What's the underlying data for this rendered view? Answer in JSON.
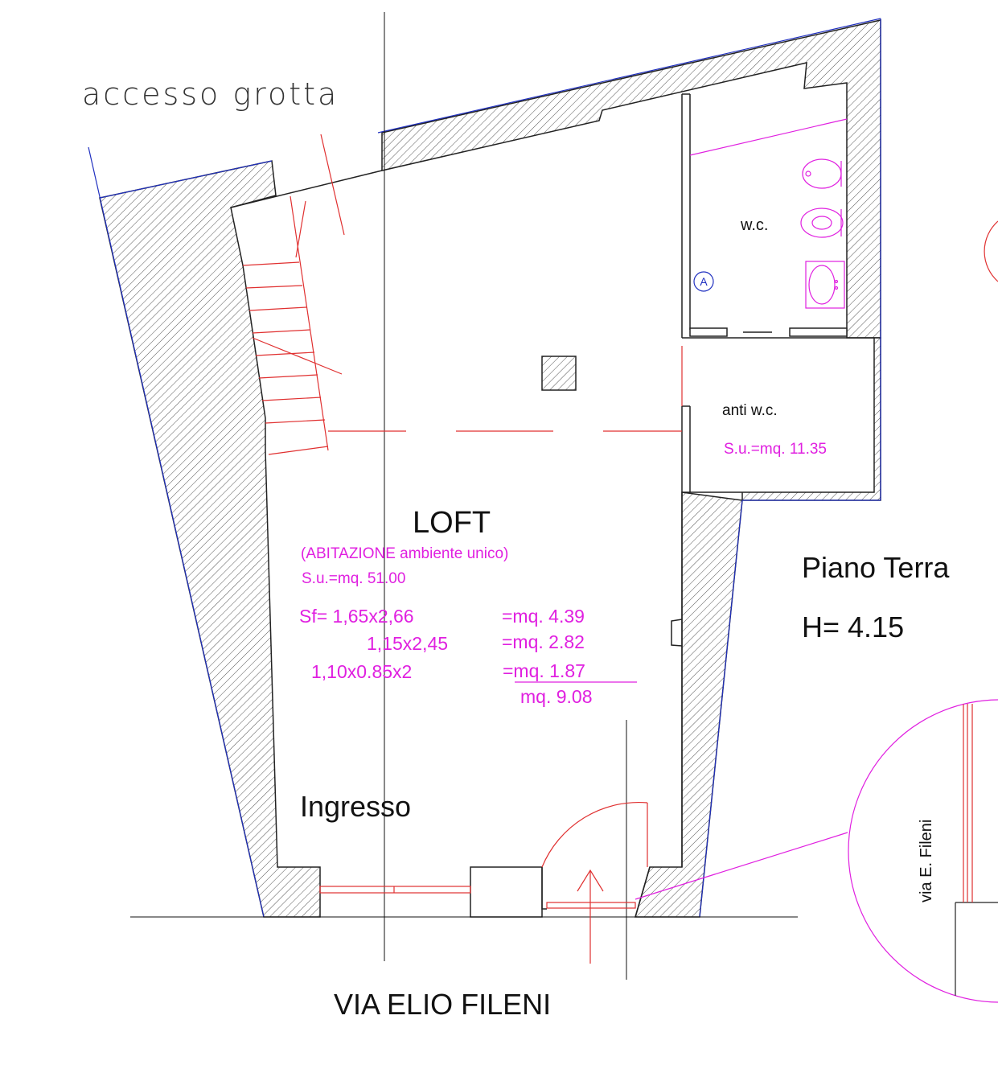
{
  "labels": {
    "cave_access": "accesso grotta",
    "wc": "w.c.",
    "a_marker": "A",
    "ante_wc": "anti w.c.",
    "ante_wc_area": "S.u.=mq. 11.35",
    "loft": "LOFT",
    "loft_sub": "(ABITAZIONE ambiente unico)",
    "loft_area": "S.u.=mq. 51.00",
    "sf_row1_a": "Sf= 1,65x2,66",
    "sf_row1_b": "=mq.  4.39",
    "sf_row2_a": "1,15x2,45",
    "sf_row2_b": "=mq.  2.82",
    "sf_row3_a": "1,10x0.85x2",
    "sf_row3_b": "=mq.  1.87",
    "sf_total": "mq.  9.08",
    "floor": "Piano Terra",
    "height": "H= 4.15",
    "entrance": "Ingresso",
    "street": "VIA ELIO FILENI",
    "street_detail": "via E. Fileni"
  },
  "colors": {
    "wall": "#222222",
    "red": "#e03030",
    "magenta": "#e020e0",
    "blue": "#2030c0"
  }
}
